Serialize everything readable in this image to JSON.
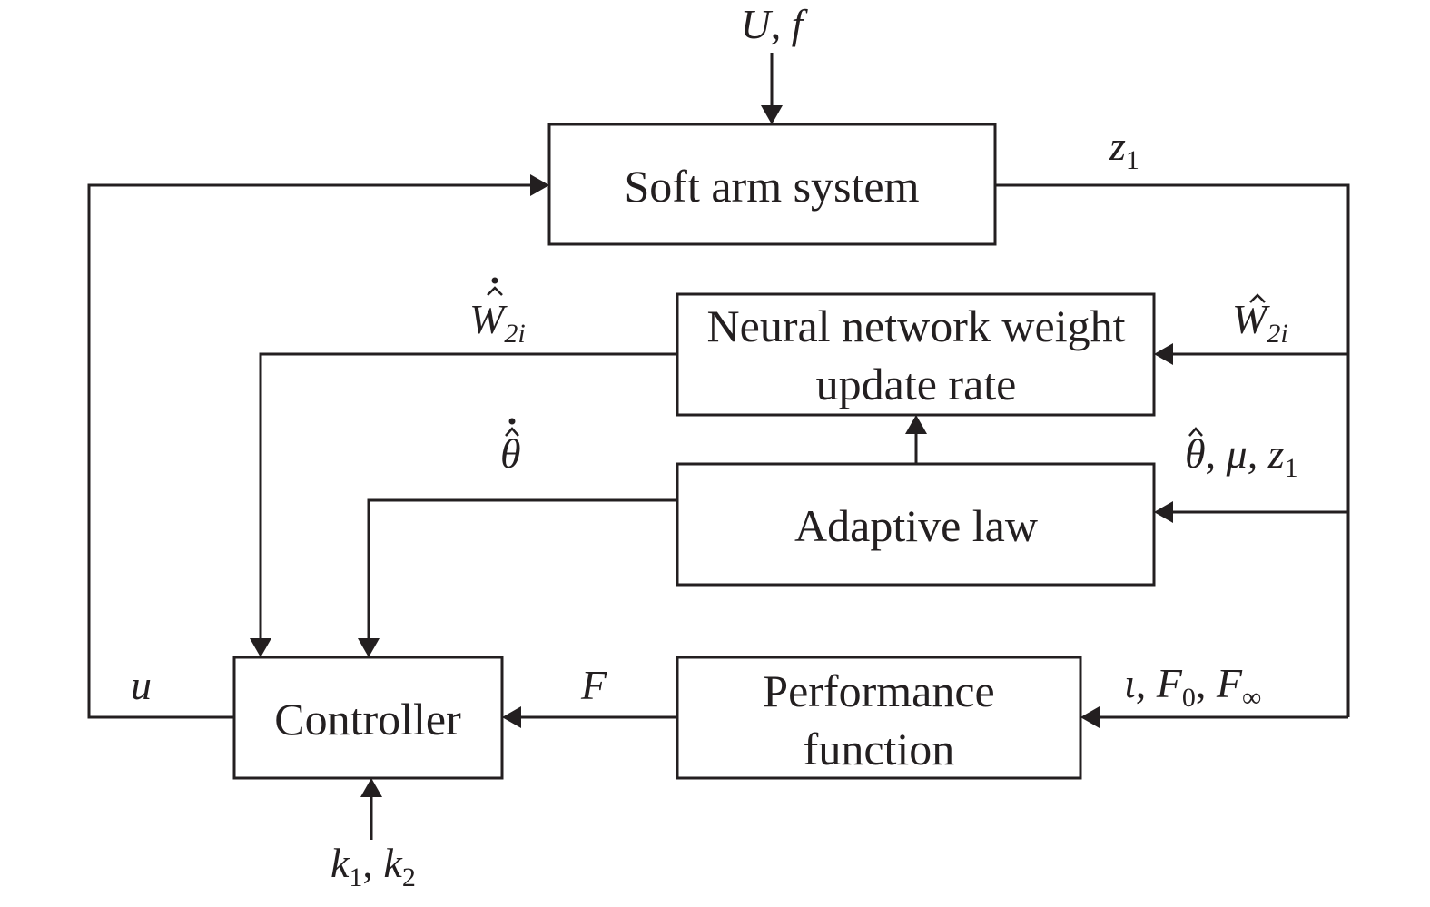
{
  "blocks": {
    "soft_arm": "Soft arm system",
    "nn_line1": "Neural network weight",
    "nn_line2": "update rate",
    "adaptive": "Adaptive law",
    "perf_line1": "Performance",
    "perf_line2": "function",
    "controller": "Controller"
  },
  "signals": {
    "uf": {
      "u": "U",
      "sep": ", ",
      "f": "f"
    },
    "z1": {
      "z": "z",
      "sub": "1"
    },
    "w_dot": {
      "w": "W",
      "sub": "2i"
    },
    "w_hat": {
      "w": "W",
      "sub": "2i"
    },
    "theta_dot": {
      "t": "θ"
    },
    "theta_mu_z": {
      "t": "θ",
      "rest": ", μ, ",
      "z": "z",
      "sub": "1"
    },
    "u": "u",
    "F": "F",
    "perf_params": {
      "iota": "ι",
      "sep1": ", ",
      "f0": "F",
      "sub0": "0",
      "sep2": ", ",
      "finf": "F",
      "subinf": "∞"
    },
    "k": {
      "k1": "k",
      "sub1": "1",
      "sep": ", ",
      "k2": "k",
      "sub2": "2"
    }
  },
  "colors": {
    "ink": "#231f20",
    "background": "#ffffff"
  }
}
